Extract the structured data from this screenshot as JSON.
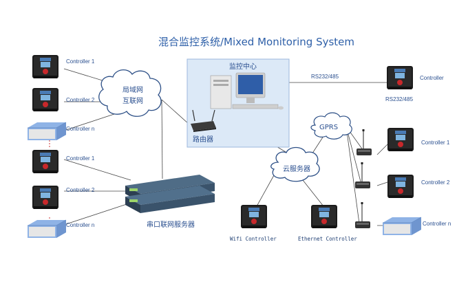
{
  "title": "混合监控系统/Mixed Monitoring System",
  "center": {
    "label": "监控中心"
  },
  "router": {
    "label": "路由器"
  },
  "lan_cloud": {
    "line1": "局域网",
    "line2": "互联网"
  },
  "gprs_cloud": {
    "label": "GPRS"
  },
  "cloud_server": {
    "label": "云服务器"
  },
  "serial_server": {
    "label": "串口联网服务器"
  },
  "rs_link": {
    "label": "RS232/485"
  },
  "rs_controller": {
    "label": "Controller",
    "sublabel": "RS232/485"
  },
  "lan_group": [
    "Controller 1",
    "Controller 2",
    "Controller n"
  ],
  "serial_group": [
    "Controller 1",
    "Controller 2",
    "Controller n"
  ],
  "gprs_group": [
    "Controller 1",
    "Controller 2",
    "Controller n"
  ],
  "wifi_controller": {
    "label": "Wifi Controller"
  },
  "ethernet_controller": {
    "label": "Ethernet Controller"
  },
  "colors": {
    "title": "#2d5fa8",
    "label": "#2a4f8f",
    "panel": "#dce9f7",
    "cloud_border": "#2c4f86"
  },
  "icons": [
    "controller-icon",
    "inverter-icon",
    "computer-icon",
    "router-icon",
    "serial-server-icon",
    "gprs-modem-icon",
    "cloud-icon"
  ]
}
